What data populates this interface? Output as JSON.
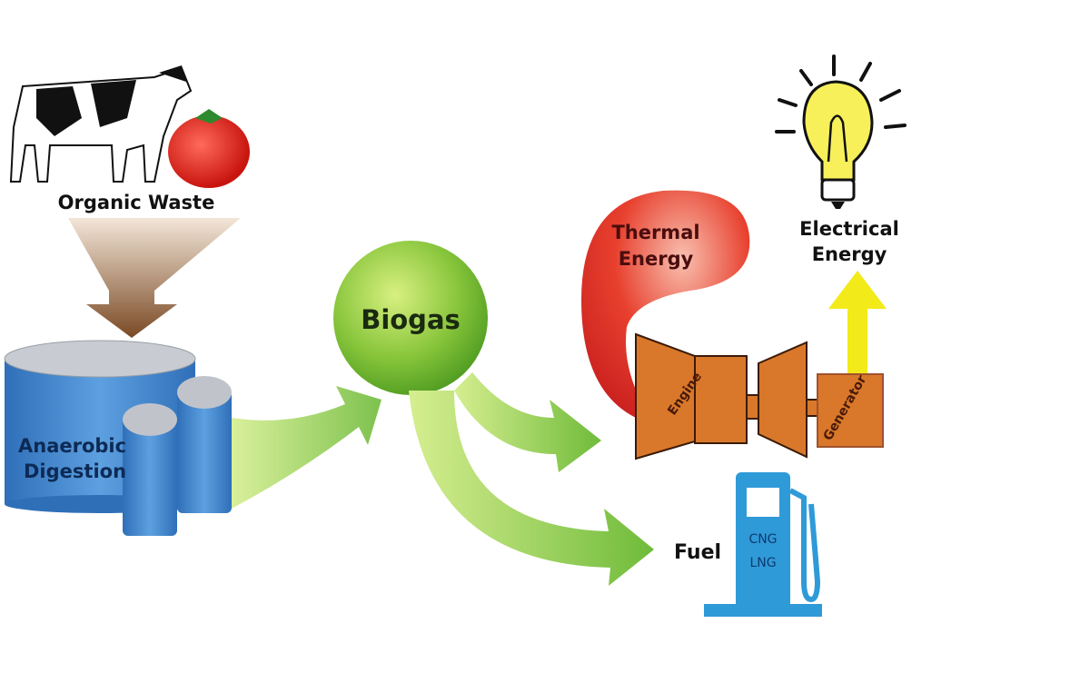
{
  "labels": {
    "organic_waste": "Organic Waste",
    "anaerobic_line1": "Anaerobic",
    "anaerobic_line2": "Digestion",
    "biogas": "Biogas",
    "thermal_line1": "Thermal",
    "thermal_line2": "Energy",
    "electrical_line1": "Electrical",
    "electrical_line2": "Energy",
    "engine": "Engine",
    "generator": "Generator",
    "fuel": "Fuel",
    "cng": "CNG",
    "lng": "LNG"
  },
  "colors": {
    "brown_arrow": "#8a5a35",
    "tank_blue": "#3d7fc9",
    "biogas_green": "#7cc232",
    "thermal_red": "#e0352b",
    "engine_orange": "#d9782a",
    "electric_yellow": "#f3ea1a",
    "pump_blue": "#2f9ad8"
  }
}
